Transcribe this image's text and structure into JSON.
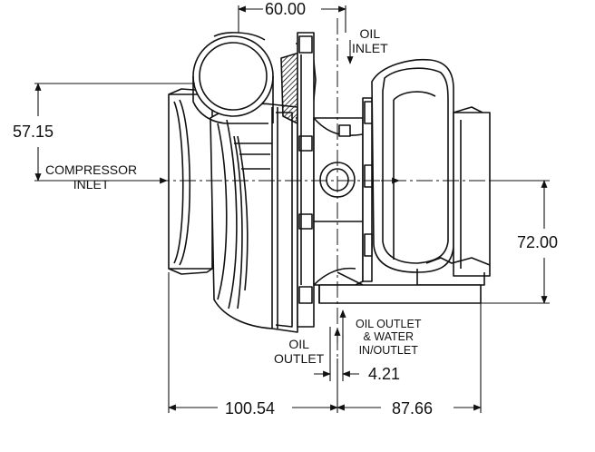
{
  "dimensions": {
    "top_width": "60.00",
    "left_height": "57.15",
    "right_height": "72.00",
    "bottom_left": "100.54",
    "bottom_right": "87.66",
    "small_offset": "4.21"
  },
  "callouts": {
    "oil_inlet": [
      "OIL",
      "INLET"
    ],
    "compressor_inlet": [
      "COMPRESSOR",
      "INLET"
    ],
    "oil_outlet": [
      "OIL",
      "OUTLET"
    ],
    "oil_outlet_water": [
      "OIL OUTLET",
      "& WATER",
      "IN/OUTLET"
    ]
  },
  "colors": {
    "line": "#111111",
    "background": "#ffffff"
  }
}
